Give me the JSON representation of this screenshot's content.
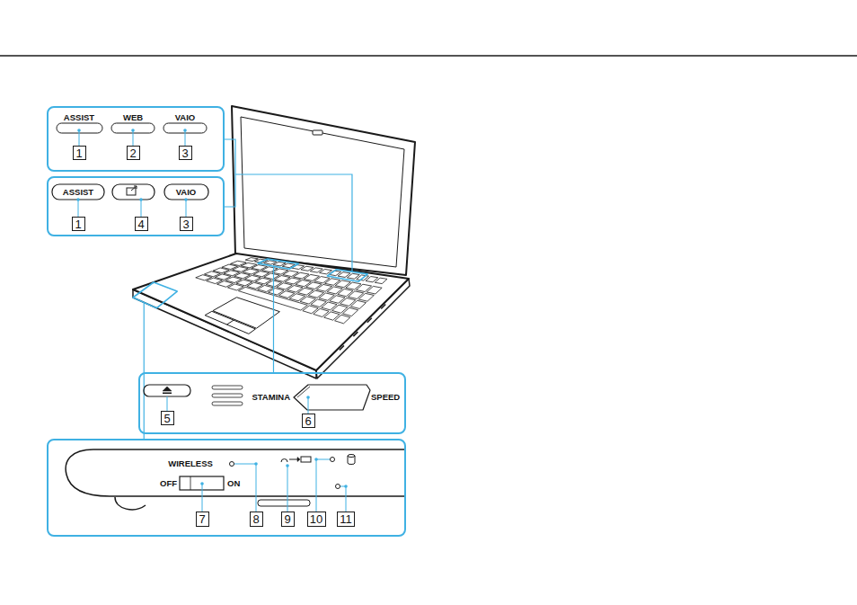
{
  "diagram": {
    "nodes": [
      {
        "text": [
          "ASSIST",
          "WEB",
          "VAIO"
        ]
      },
      {
        "text": [
          "1"
        ],
        "in": 0
      },
      {
        "text": [
          "2"
        ],
        "in": 0
      },
      {
        "text": [
          "3"
        ],
        "in": 0
      },
      {
        "text": [
          "ASSIST",
          "VAIO"
        ]
      },
      {
        "text": [
          "1"
        ],
        "in": 4
      },
      {
        "text": [
          "4"
        ],
        "in": 4
      },
      {
        "text": [
          "3"
        ],
        "in": 4
      },
      {
        "text": [
          "STAMINA",
          "SPEED"
        ]
      },
      {
        "text": [
          "5"
        ],
        "in": 8
      },
      {
        "text": [
          "6"
        ],
        "in": 8
      },
      {
        "text": [
          "WIRELESS",
          "OFF",
          "ON"
        ]
      },
      {
        "text": [
          "7"
        ],
        "in": 11
      },
      {
        "text": [
          "8"
        ],
        "in": 11
      },
      {
        "text": [
          "9"
        ],
        "in": 11
      },
      {
        "text": [
          "10"
        ],
        "in": 11
      },
      {
        "text": [
          "11"
        ],
        "in": 11
      }
    ]
  }
}
